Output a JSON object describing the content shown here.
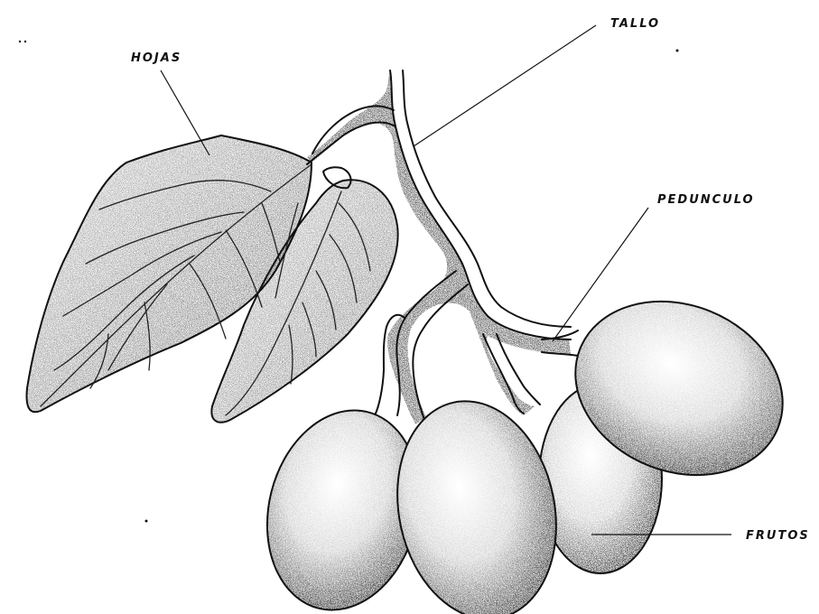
{
  "diagram": {
    "labels": {
      "stem": "TALLO",
      "leaves": "HOJAS",
      "peduncle": "PEDUNCULO",
      "fruits": "FRUTOS"
    },
    "colors": {
      "ink": "#111111",
      "background": "#ffffff"
    }
  }
}
